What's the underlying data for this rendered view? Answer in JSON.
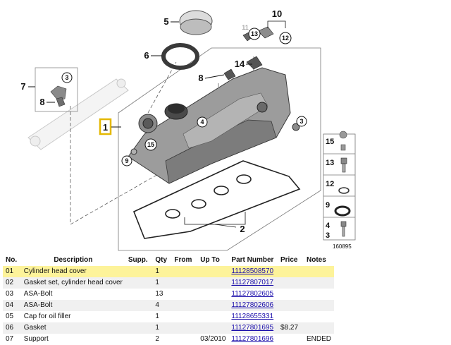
{
  "diagram": {
    "callouts": [
      "1",
      "2",
      "3",
      "4",
      "5",
      "6",
      "7",
      "8",
      "9",
      "10",
      "11",
      "12",
      "13",
      "14",
      "15"
    ],
    "legend_numbers": [
      "15",
      "13",
      "12",
      "9",
      "4",
      "3"
    ],
    "image_code": "160895"
  },
  "table": {
    "headers": [
      "No.",
      "Description",
      "Supp.",
      "Qty",
      "From",
      "Up To",
      "Part Number",
      "Price",
      "Notes"
    ],
    "rows": [
      {
        "no": "01",
        "desc": "Cylinder head cover",
        "supp": "",
        "qty": "1",
        "from": "",
        "upto": "",
        "part": "11128508570",
        "price": "",
        "notes": ""
      },
      {
        "no": "02",
        "desc": "Gasket set, cylinder head cover",
        "supp": "",
        "qty": "1",
        "from": "",
        "upto": "",
        "part": "11127807017",
        "price": "",
        "notes": ""
      },
      {
        "no": "03",
        "desc": "ASA-Bolt",
        "supp": "",
        "qty": "13",
        "from": "",
        "upto": "",
        "part": "11127802605",
        "price": "",
        "notes": ""
      },
      {
        "no": "04",
        "desc": "ASA-Bolt",
        "supp": "",
        "qty": "4",
        "from": "",
        "upto": "",
        "part": "11127802606",
        "price": "",
        "notes": ""
      },
      {
        "no": "05",
        "desc": "Cap for oil filler",
        "supp": "",
        "qty": "1",
        "from": "",
        "upto": "",
        "part": "11128655331",
        "price": "",
        "notes": ""
      },
      {
        "no": "06",
        "desc": "Gasket",
        "supp": "",
        "qty": "1",
        "from": "",
        "upto": "",
        "part": "11127801695",
        "price": "$8.27",
        "notes": ""
      },
      {
        "no": "07",
        "desc": "Support",
        "supp": "",
        "qty": "2",
        "from": "",
        "upto": "03/2010",
        "part": "11127801696",
        "price": "",
        "notes": "ENDED"
      }
    ]
  },
  "colors": {
    "highlight": "#fdf39a",
    "link": "#1a0dab",
    "row_alt": "#f0f0f0"
  }
}
